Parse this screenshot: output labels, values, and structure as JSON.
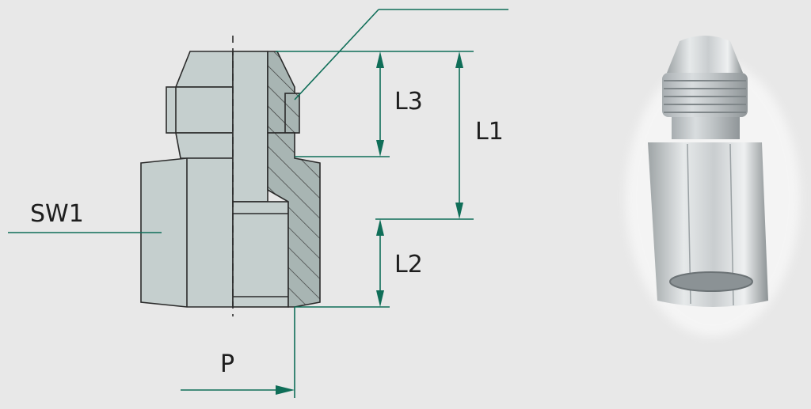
{
  "labels": {
    "sw1": "SW1",
    "l3": "L3",
    "l1": "L1",
    "l2": "L2",
    "p": "P"
  },
  "colors": {
    "background": "#e8e8e8",
    "part_fill": "#c5cfce",
    "part_stroke": "#2b2b2b",
    "section_fill": "#a8b5b3",
    "dimension_line": "#0f6e58",
    "text": "#1e1e1e"
  }
}
